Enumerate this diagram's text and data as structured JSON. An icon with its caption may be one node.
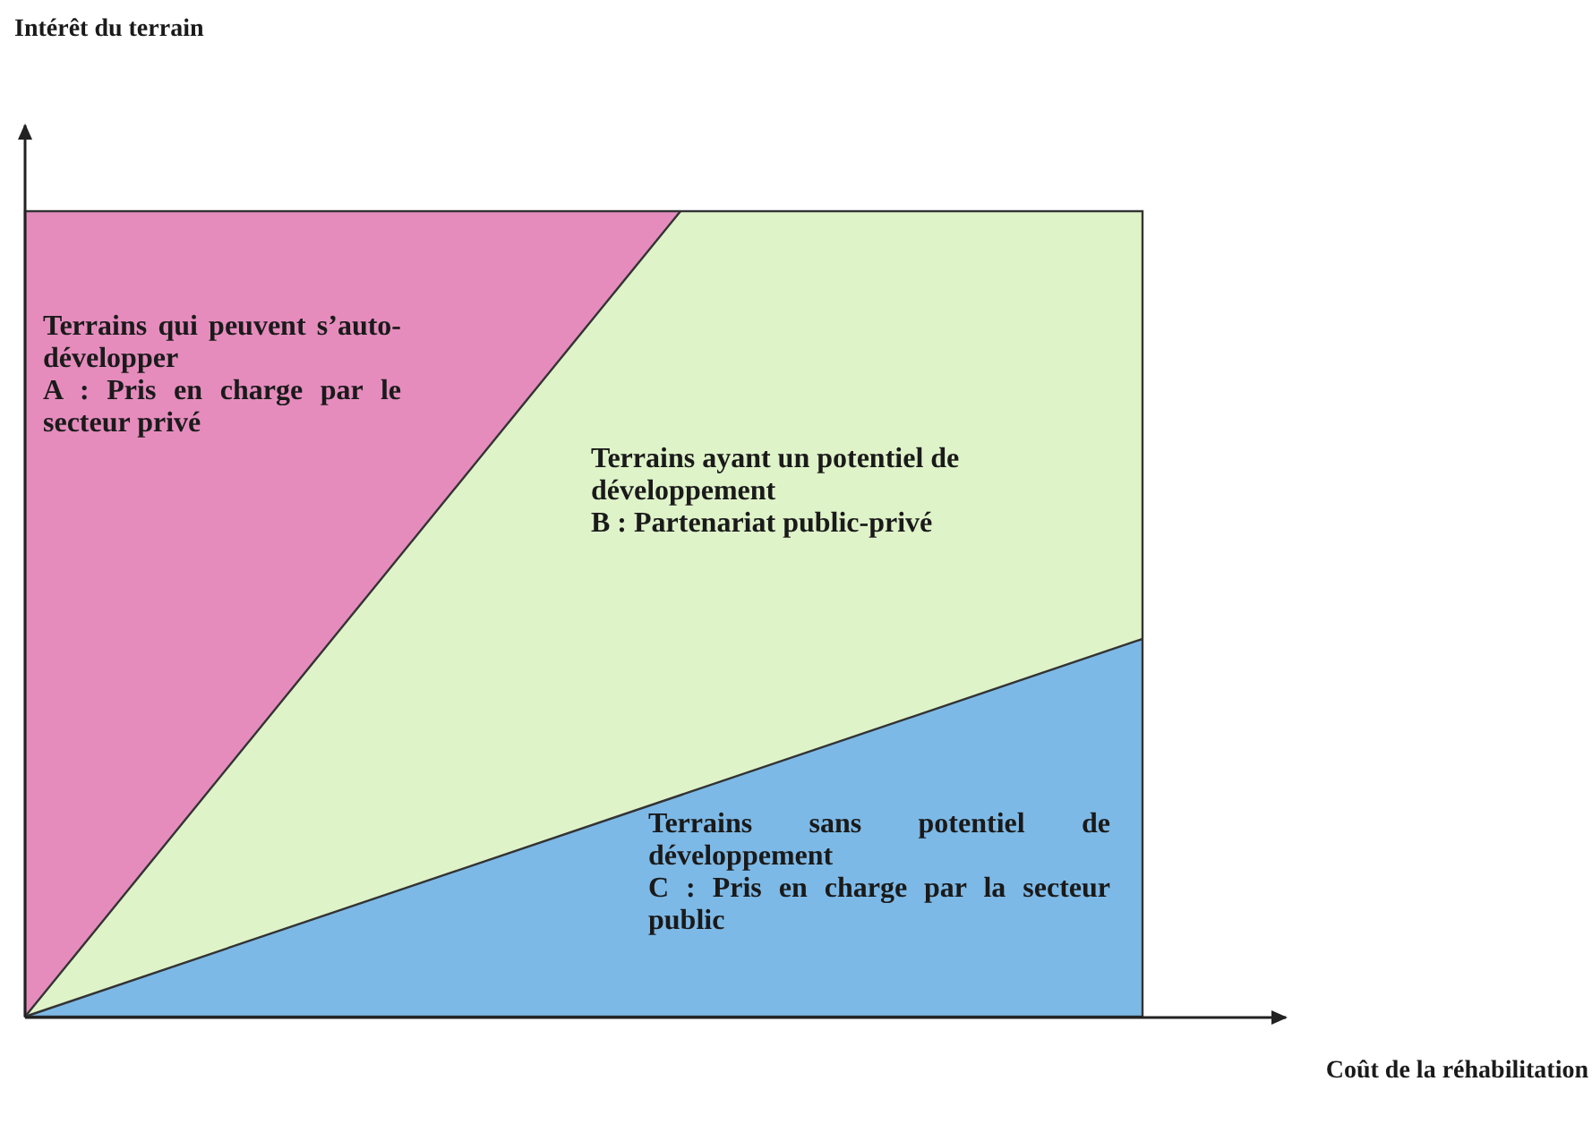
{
  "diagram": {
    "nodes": [
      {
        "text": [
          "Terrains qui peuvent s’auto-développer",
          "A : Pris en charge par le secteur privé"
        ]
      },
      {
        "text": [
          "Terrains ayant un potentiel de développement",
          "B : Partenariat public-privé"
        ]
      },
      {
        "text": [
          "Terrains sans potentiel de développement",
          "C : Pris en charge par la secteur public"
        ]
      }
    ],
    "labels": [
      "Intérêt du terrain",
      "Coût de la réhabilitation"
    ]
  }
}
